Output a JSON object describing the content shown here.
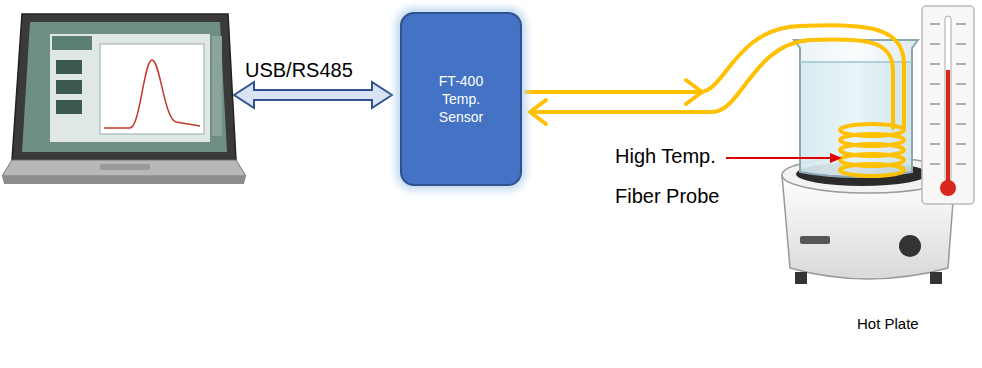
{
  "diagram": {
    "nodes": [
      {
        "text": [
          "FT-400 Temp. Sensor"
        ]
      }
    ],
    "labels": [
      "USB/RS485",
      "High Temp. Fiber Probe",
      "Hot Plate"
    ]
  }
}
